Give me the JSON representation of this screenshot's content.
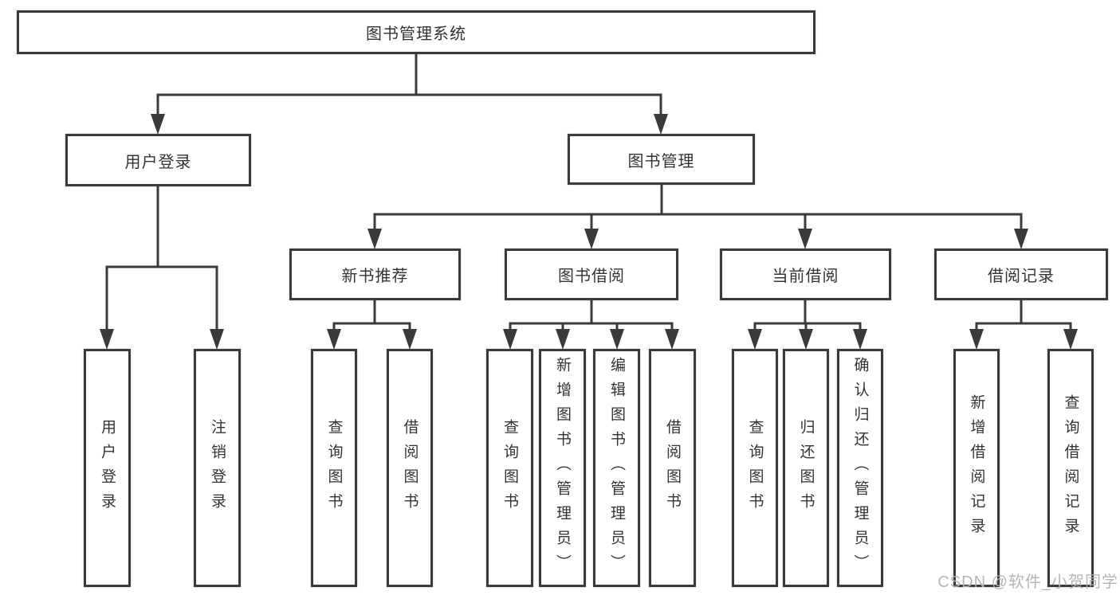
{
  "colors": {
    "line": "#3a3a3a",
    "box_border": "#3a3a3a",
    "text": "#333333",
    "background": "#ffffff",
    "watermark": "#b2b2b2"
  },
  "watermark": "CSDN @软件_小贺同学",
  "diagram": {
    "type": "hierarchy-tree",
    "root": {
      "label": "图书管理系统"
    },
    "branches": [
      {
        "label": "用户登录",
        "leaves": [
          {
            "label": "用户登录"
          },
          {
            "label": "注销登录"
          }
        ]
      },
      {
        "label": "图书管理",
        "groups": [
          {
            "label": "新书推荐",
            "leaves": [
              {
                "label": "查询图书"
              },
              {
                "label": "借阅图书"
              }
            ]
          },
          {
            "label": "图书借阅",
            "leaves": [
              {
                "label": "查询图书"
              },
              {
                "label": "新增图书（管理员）"
              },
              {
                "label": "编辑图书（管理员）"
              },
              {
                "label": "借阅图书"
              }
            ]
          },
          {
            "label": "当前借阅",
            "leaves": [
              {
                "label": "查询图书"
              },
              {
                "label": "归还图书"
              },
              {
                "label": "确认归还（管理员）"
              }
            ]
          },
          {
            "label": "借阅记录",
            "leaves": [
              {
                "label": "新增借阅记录"
              },
              {
                "label": "查询借阅记录"
              }
            ]
          }
        ]
      }
    ]
  }
}
